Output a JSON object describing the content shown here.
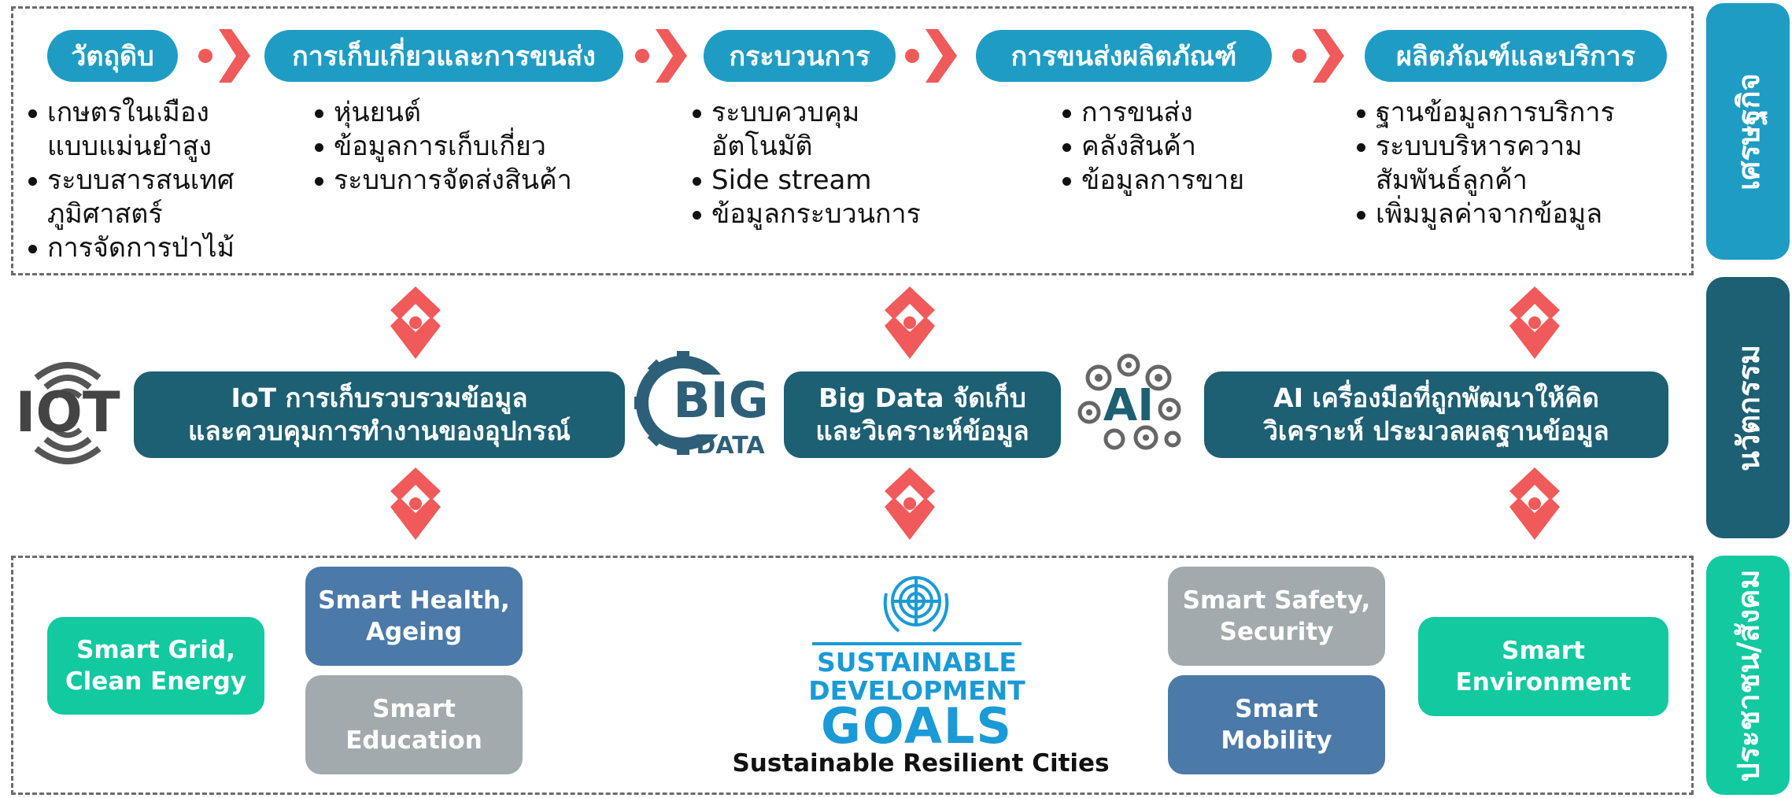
{
  "stages": [
    {
      "label": "วัตถุดิบ",
      "items": [
        "เกษตรในเมือง",
        "แบบแม่นยำสูง",
        "ระบบสารสนเทศ",
        "ภูมิศาสตร์",
        "การจัดการป่าไม้"
      ]
    },
    {
      "label": "การเก็บเกี่ยวและการขนส่ง",
      "items": [
        "หุ่นยนต์",
        "ข้อมูลการเก็บเกี่ยว",
        "ระบบการจัดส่งสินค้า"
      ]
    },
    {
      "label": "กระบวนการ",
      "items": [
        "ระบบควบคุม",
        "อัตโนมัติ",
        "Side stream",
        "ข้อมูลกระบวนการ"
      ]
    },
    {
      "label": "การขนส่งผลิตภัณฑ์",
      "items": [
        "การขนส่ง",
        "คลังสินค้า",
        "ข้อมูลการขาย"
      ]
    },
    {
      "label": "ผลิตภัณฑ์และบริการ",
      "items": [
        "ฐานข้อมูลการบริการ",
        "ระบบบริหารความ",
        "สัมพันธ์ลูกค้า",
        "เพิ่มมูลค่าจากข้อมูล"
      ]
    }
  ],
  "side_labels": {
    "economy": "เศรษฐกิจ",
    "innovation": "นวัตกรรม",
    "society": "ประชาชน/สังคม"
  },
  "tech": {
    "iot_logo": "IOT",
    "iot_line1": "IoT การเก็บรวบรวมข้อมูล",
    "iot_line2": "และควบคุมการทำงานของอุปกรณ์",
    "big_logo": "BIG",
    "data_logo": "DATA",
    "bigdata_line1": "Big Data จัดเก็บ",
    "bigdata_line2": "และวิเคราะห์ข้อมูล",
    "ai_logo": "AI",
    "ai_line1": "AI เครื่องมือที่ถูกพัฒนาให้คิด",
    "ai_line2": "วิเคราะห์ ประมวลผลฐานข้อมูล"
  },
  "smart": {
    "grid_line1": "Smart Grid,",
    "grid_line2": "Clean Energy",
    "health_line1": "Smart Health,",
    "health_line2": "Ageing",
    "education_line1": "Smart",
    "education_line2": "Education",
    "safety_line1": "Smart Safety,",
    "safety_line2": "Security",
    "mobility_line1": "Smart",
    "mobility_line2": "Mobility",
    "environment_line1": "Smart",
    "environment_line2": "Environment"
  },
  "sdg": {
    "line1": "SUSTAINABLE",
    "line2": "DEVELOPMENT",
    "goals": "GOALS",
    "caption": "Sustainable Resilient Cities"
  },
  "colors": {
    "stage_pill": "#1f9cc3",
    "chevron": "#f05a5a",
    "economy_bar": "#1f9cc3",
    "innovation_bar": "#1d5f73",
    "society_bar": "#12c9a0",
    "tech_box": "#1d5f73",
    "green": "#12c9a0",
    "blue": "#4b79a8",
    "grey": "#a2aaad",
    "sdg_blue": "#1a9ad6"
  }
}
